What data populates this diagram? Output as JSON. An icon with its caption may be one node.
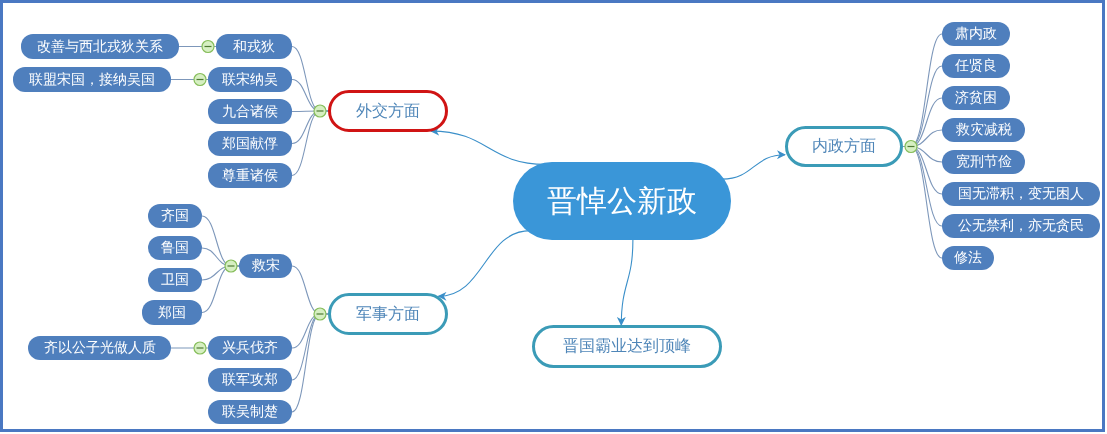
{
  "diagram": {
    "nodes": [
      {
        "text": [
          "晋悼公新政"
        ]
      },
      {
        "text": [
          "外交方面"
        ]
      },
      {
        "text": [
          "和戎狄"
        ]
      },
      {
        "text": [
          "改善与西北戎狄关系"
        ]
      },
      {
        "text": [
          "联宋纳吴"
        ]
      },
      {
        "text": [
          "联盟宋国，接纳吴国"
        ]
      },
      {
        "text": [
          "九合诸侯"
        ]
      },
      {
        "text": [
          "郑国献俘"
        ]
      },
      {
        "text": [
          "尊重诸侯"
        ]
      },
      {
        "text": [
          "内政方面"
        ]
      },
      {
        "text": [
          "肃内政"
        ]
      },
      {
        "text": [
          "任贤良"
        ]
      },
      {
        "text": [
          "济贫困"
        ]
      },
      {
        "text": [
          "救灾减税"
        ]
      },
      {
        "text": [
          "宽刑节俭"
        ]
      },
      {
        "text": [
          "国无滞积，变无困人"
        ]
      },
      {
        "text": [
          "公无禁利，亦无贪民"
        ]
      },
      {
        "text": [
          "修法"
        ]
      },
      {
        "text": [
          "军事方面"
        ]
      },
      {
        "text": [
          "救宋"
        ]
      },
      {
        "text": [
          "齐国"
        ]
      },
      {
        "text": [
          "鲁国"
        ]
      },
      {
        "text": [
          "卫国"
        ]
      },
      {
        "text": [
          "郑国"
        ]
      },
      {
        "text": [
          "兴兵伐齐"
        ]
      },
      {
        "text": [
          "齐以公子光做人质"
        ]
      },
      {
        "text": [
          "联军攻郑"
        ]
      },
      {
        "text": [
          "联吴制楚"
        ]
      },
      {
        "text": [
          "晋国霸业达到顶峰"
        ]
      }
    ],
    "edges": [
      {
        "from": 0,
        "to": 1,
        "arrow": "to",
        "color": "#3a8fc9"
      },
      {
        "from": 0,
        "to": 9,
        "arrow": "to",
        "color": "#3a8fc9"
      },
      {
        "from": 0,
        "to": 18,
        "arrow": "to",
        "color": "#3a8fc9"
      },
      {
        "from": 0,
        "to": 28,
        "arrow": "to",
        "color": "#3a8fc9"
      },
      {
        "from": 1,
        "to": 2,
        "arrow": "none"
      },
      {
        "from": 2,
        "to": 3,
        "arrow": "none"
      },
      {
        "from": 1,
        "to": 4,
        "arrow": "none"
      },
      {
        "from": 4,
        "to": 5,
        "arrow": "none"
      },
      {
        "from": 1,
        "to": 6,
        "arrow": "none"
      },
      {
        "from": 1,
        "to": 7,
        "arrow": "none"
      },
      {
        "from": 1,
        "to": 8,
        "arrow": "none"
      },
      {
        "from": 9,
        "to": 10,
        "arrow": "none"
      },
      {
        "from": 9,
        "to": 11,
        "arrow": "none"
      },
      {
        "from": 9,
        "to": 12,
        "arrow": "none"
      },
      {
        "from": 9,
        "to": 13,
        "arrow": "none"
      },
      {
        "from": 9,
        "to": 14,
        "arrow": "none"
      },
      {
        "from": 9,
        "to": 15,
        "arrow": "none"
      },
      {
        "from": 9,
        "to": 16,
        "arrow": "none"
      },
      {
        "from": 9,
        "to": 17,
        "arrow": "none"
      },
      {
        "from": 18,
        "to": 19,
        "arrow": "none"
      },
      {
        "from": 19,
        "to": 20,
        "arrow": "none"
      },
      {
        "from": 19,
        "to": 21,
        "arrow": "none"
      },
      {
        "from": 19,
        "to": 22,
        "arrow": "none"
      },
      {
        "from": 19,
        "to": 23,
        "arrow": "none"
      },
      {
        "from": 18,
        "to": 24,
        "arrow": "none"
      },
      {
        "from": 24,
        "to": 25,
        "arrow": "none"
      },
      {
        "from": 18,
        "to": 26,
        "arrow": "none"
      },
      {
        "from": 18,
        "to": 27,
        "arrow": "none"
      }
    ]
  }
}
